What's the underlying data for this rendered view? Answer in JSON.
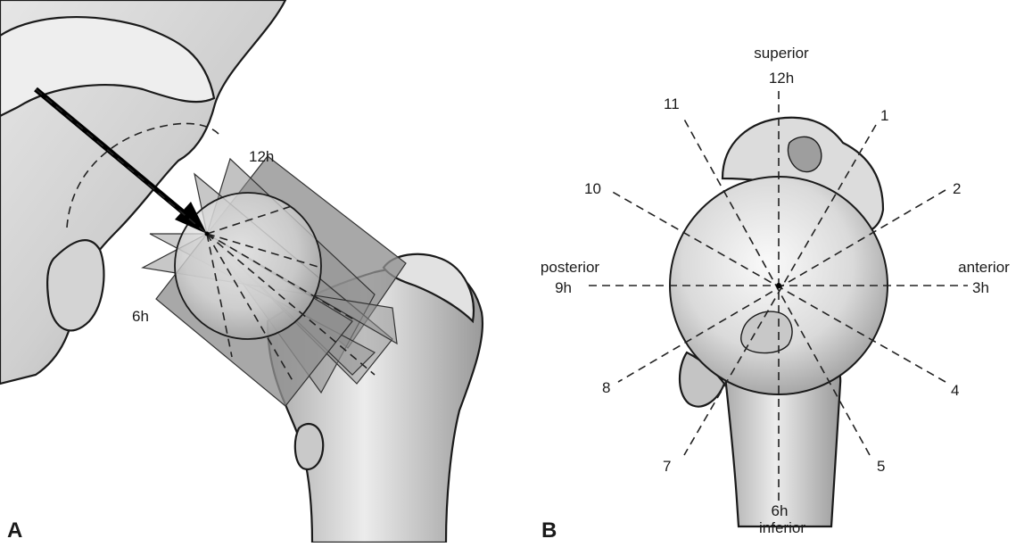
{
  "panels": {
    "a": {
      "letter": "A",
      "label_12h": "12h",
      "label_6h": "6h"
    },
    "b": {
      "letter": "B",
      "superior": "superior",
      "label_12h": "12h",
      "inferior": "inferior",
      "label_6h": "6h",
      "posterior": "posterior",
      "label_9h": "9h",
      "anterior": "anterior",
      "label_3h": "3h",
      "clock_numbers": [
        "1",
        "2",
        "4",
        "5",
        "7",
        "8",
        "10",
        "11"
      ]
    }
  }
}
